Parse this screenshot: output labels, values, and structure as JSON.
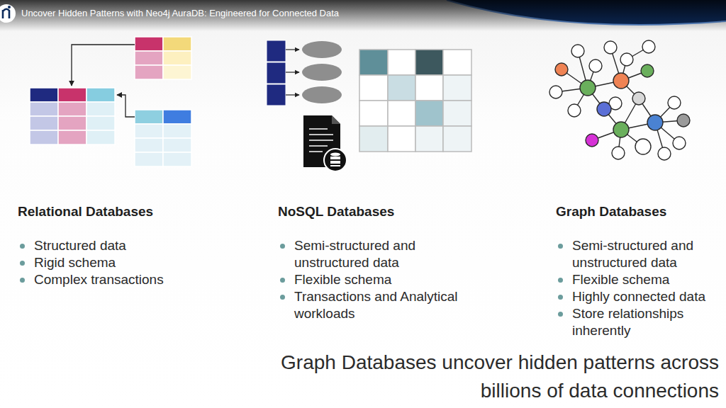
{
  "diagram": {
    "title": "Uncover Hidden Patterns with Neo4j AuraDB: Engineered for Connected Data",
    "caption": "Graph Databases uncover hidden patterns across billions of data connections",
    "labels": [
      "Relational Databases",
      "Structured data",
      "Rigid schema",
      "Complex transactions",
      "NoSQL Databases",
      "Semi-structured and unstructured data",
      "Flexible schema",
      "Transactions and Analytical workloads",
      "Graph Databases",
      "Semi-structured and unstructured data",
      "Flexible schema",
      "Highly connected data",
      "Store relationships inherently"
    ]
  }
}
